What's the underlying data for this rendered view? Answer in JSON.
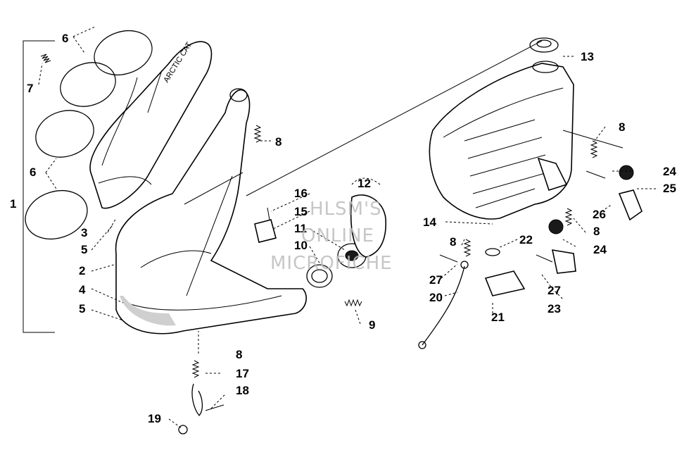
{
  "diagram": {
    "callouts": {
      "c1": "1",
      "c2": "2",
      "c3": "3",
      "c4": "4",
      "c5a": "5",
      "c5b": "5",
      "c6a": "6",
      "c6b": "6",
      "c7": "7",
      "c8a": "8",
      "c8b": "8",
      "c8c": "8",
      "c8d": "8",
      "c8e": "8",
      "c9": "9",
      "c10": "10",
      "c11": "11",
      "c12": "12",
      "c13": "13",
      "c14": "14",
      "c15": "15",
      "c16": "16",
      "c17": "17",
      "c18": "18",
      "c19": "19",
      "c20": "20",
      "c21": "21",
      "c22": "22",
      "c23": "23",
      "c24a": "24",
      "c24b": "24",
      "c25": "25",
      "c26": "26",
      "c27a": "27",
      "c27b": "27"
    },
    "watermark": {
      "line1": "HLSM'S",
      "line2": "ONLINE",
      "line3": "MICROFICHE"
    }
  }
}
